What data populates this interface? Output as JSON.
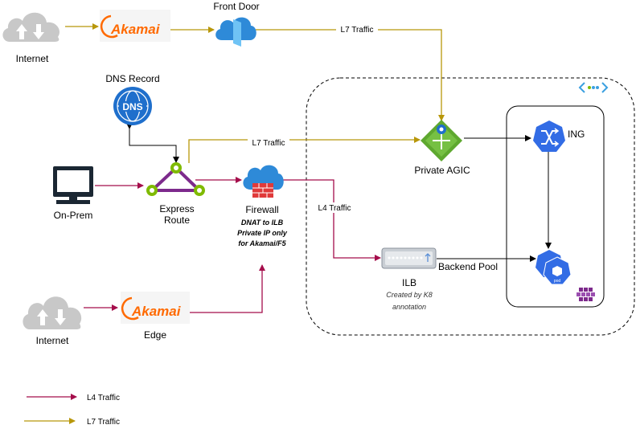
{
  "nodes": {
    "internet_top": "Internet",
    "front_door": "Front Door",
    "dns_record": "DNS Record",
    "dns_icon_text": "DNS",
    "on_prem": "On-Prem",
    "express_route_line1": "Express",
    "express_route_line2": "Route",
    "firewall": "Firewall",
    "firewall_note_line1": "DNAT to ILB",
    "firewall_note_line2": "Private IP only",
    "firewall_note_line3": "for Akamai/F5",
    "private_agic": "Private AGIC",
    "ing": "ING",
    "ilb": "ILB",
    "ilb_note_line1": "Created by K8",
    "ilb_note_line2": "annotation",
    "backend_pool": "Backend Pool",
    "pod_label": "pod",
    "internet_bottom": "Internet",
    "edge": "Edge",
    "akamai_logo_top": "Akamai",
    "akamai_logo_bottom": "Akamai"
  },
  "edge_labels": {
    "l7_top": "L7 Traffic",
    "l7_mid": "L7 Traffic",
    "l4_mid": "L4 Traffic"
  },
  "legend": {
    "l4": "L4 Traffic",
    "l7": "L7 Traffic"
  },
  "colors": {
    "l4": "#a50d4b",
    "l7": "#b8970a",
    "azure_blue": "#1f6fcc",
    "k8s_blue": "#326ce5",
    "expressroute_purple": "#7d2a8c",
    "expressroute_green": "#7fba00",
    "agic_green": "#5ea82f",
    "firewall_red": "#e03a3a",
    "akamai_orange": "#ff6a00",
    "cloud_grey": "#c8c8c8"
  },
  "icons": {
    "internet": "cloud-updown-icon",
    "akamai": "akamai-logo-icon",
    "front_door": "front-door-icon",
    "dns": "dns-globe-icon",
    "on_prem": "computer-monitor-icon",
    "express_route": "express-route-icon",
    "firewall": "firewall-icon",
    "agic": "application-gateway-icon",
    "ing": "ingress-icon",
    "ilb": "load-balancer-icon",
    "pod": "kubernetes-pod-icon",
    "vnet": "vnet-icon",
    "aks": "aks-cluster-icon"
  }
}
